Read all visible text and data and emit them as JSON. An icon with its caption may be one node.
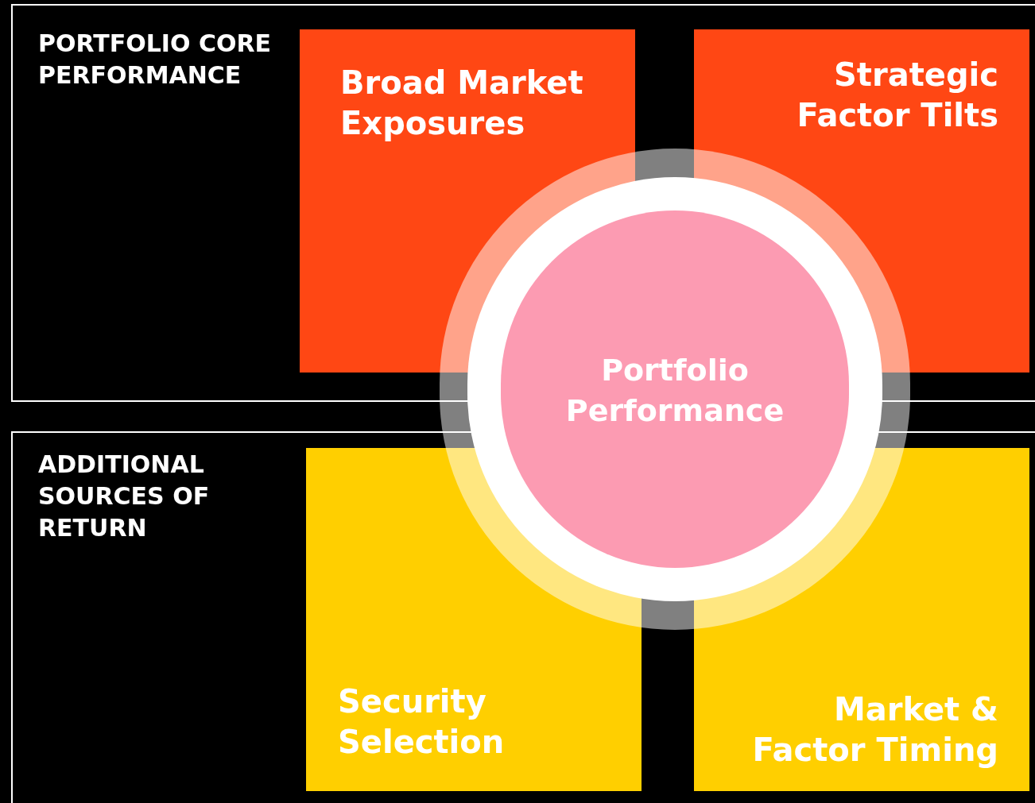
{
  "diagram": {
    "nodes": [
      {
        "text": [
          "PORTFOLIO CORE PERFORMANCE"
        ]
      },
      {
        "text": [
          "Broad Market Exposures"
        ],
        "in": 0
      },
      {
        "text": [
          "Strategic Factor Tilts"
        ],
        "in": 0
      },
      {
        "text": [
          "ADDITIONAL SOURCES OF RETURN"
        ]
      },
      {
        "text": [
          "Security Selection"
        ],
        "in": 3
      },
      {
        "text": [
          "Market & Factor Timing"
        ],
        "in": 3
      },
      {
        "text": [
          "Portfolio Performance"
        ]
      }
    ]
  }
}
